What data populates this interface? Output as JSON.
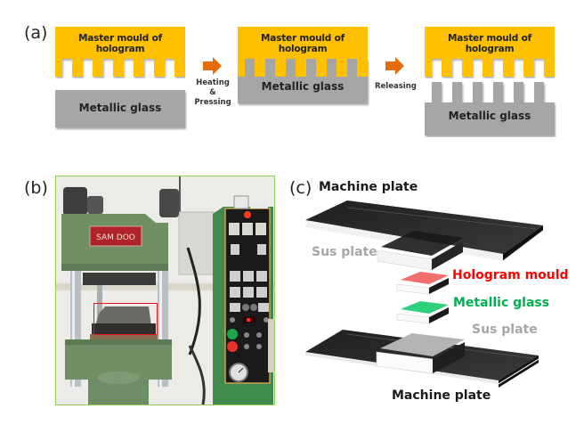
{
  "panels": {
    "a": {
      "label": "(a)",
      "stages": [
        {
          "mould_label": "Master mould of hologram",
          "glass_label": "Metallic glass",
          "state": "separated"
        },
        {
          "mould_label": "Master mould of hologram",
          "glass_label": "Metallic glass",
          "state": "pressed"
        },
        {
          "mould_label": "Master mould of hologram",
          "glass_label": "Metallic glass",
          "state": "released"
        }
      ],
      "steps": [
        {
          "line1": "Heating",
          "line2": "&",
          "line3": "Pressing",
          "icon": "arrow-right-icon"
        },
        {
          "line1": "Releasing",
          "icon": "arrow-right-icon"
        }
      ]
    },
    "b": {
      "label": "(b)",
      "photo_description": "Hot press machine photograph",
      "brand_plate": "SAM DOO",
      "highlight_color": "#e8141c"
    },
    "c": {
      "label": "(c)",
      "labels": {
        "machine_plate_top": "Machine plate",
        "sus_plate_top": "Sus plate",
        "hologram_mould": "Hologram mould",
        "metallic_glass": "Metallic glass",
        "sus_plate_bottom": "Sus plate",
        "machine_plate_bottom": "Machine plate"
      }
    }
  },
  "colors": {
    "mould": "#ffc000",
    "glass": "#a6a6a6",
    "arrow": "#e46c0a",
    "photo_border": "#92d050",
    "hologram_red": "#ff0000",
    "metallic_green": "#00b050",
    "sus_gray": "#a6a6a6",
    "plate_dark": "#262626"
  }
}
